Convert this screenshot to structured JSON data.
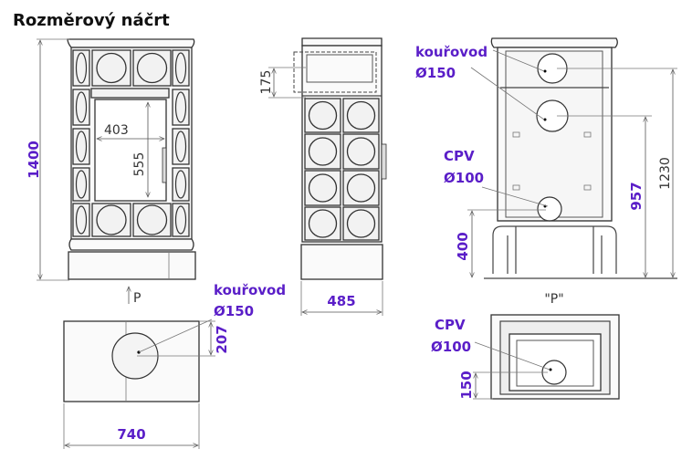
{
  "title": "Rozměrový náčrt",
  "front_view": {
    "height": "1400",
    "door_width": "403",
    "door_height": "555",
    "view_marker": "P"
  },
  "side_view": {
    "flue_offset": "175",
    "depth": "485"
  },
  "rear_view": {
    "flue_label": "kouřovod",
    "flue_diameter": "Ø150",
    "cpv_label": "CPV",
    "cpv_diameter": "Ø100",
    "height_upper_flue": "1230",
    "height_lower_flue": "957",
    "height_cpv": "400",
    "view_label": "\"P\""
  },
  "top_view": {
    "flue_label": "kouřovod",
    "flue_diameter": "Ø150",
    "flue_offset": "207",
    "width": "740"
  },
  "bottom_view": {
    "cpv_label": "CPV",
    "cpv_diameter": "Ø100",
    "cpv_offset": "150"
  },
  "colors": {
    "accent": "#5a1ec8"
  }
}
